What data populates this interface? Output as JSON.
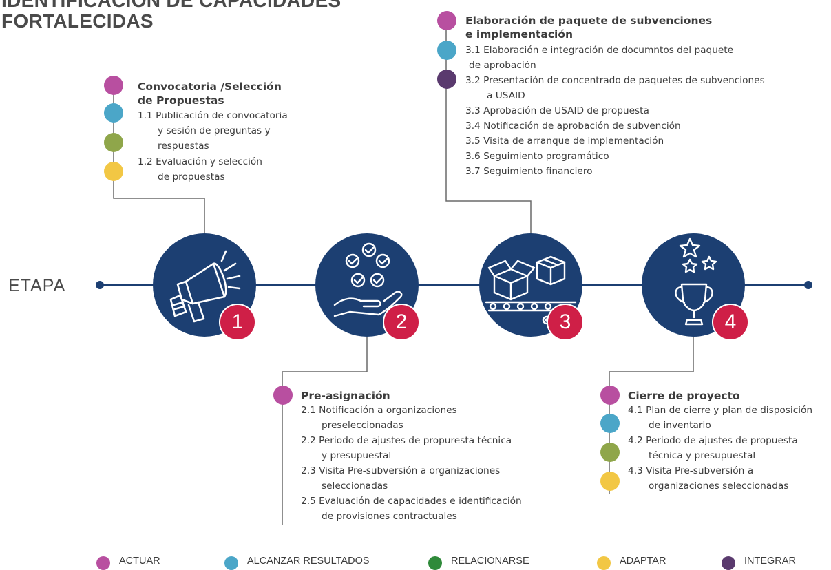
{
  "title": {
    "line1": "IDENTIFICACIÓN DE CAPACIDADES",
    "line2": "FORTALECIDAS"
  },
  "timeline_label": "ETAPA",
  "colors": {
    "actuar": "#b84fa0",
    "alcanzar_resultados": "#4ba6c8",
    "relacionarse": "#2f8a3a",
    "relacionarse_dot": "#8fa64a",
    "adaptar": "#f2c744",
    "integrar": "#5a3a6e",
    "circle": "#1c3f72",
    "badge": "#cf1f47",
    "line": "#1c3f72",
    "connector": "#6a6a6a"
  },
  "stages": [
    {
      "number": "1",
      "icon": "megaphone-icon",
      "heading": [
        "Convocatoria /Selección",
        "de Propuestas"
      ],
      "items": [
        "1.1 Publicación de convocatoria",
        "y sesión de preguntas y",
        "respuestas",
        "1.2 Evaluación y selección",
        "de propuestas"
      ]
    },
    {
      "number": "2",
      "icon": "hand-checkmarks-icon",
      "heading": [
        "Pre-asignación"
      ],
      "items": [
        "2.1 Notificación a organizaciones",
        "preseleccionadas",
        "2.2 Periodo de ajustes de propuresta técnica",
        "y presupuestal",
        "2.3 Visita Pre-subversión a organizaciones",
        "seleccionadas",
        "2.5 Evaluación de capacidades e identificación",
        "de provisiones contractuales"
      ]
    },
    {
      "number": "3",
      "icon": "conveyor-boxes-icon",
      "heading": [
        "Elaboración de paquete de subvenciones",
        "e implementación"
      ],
      "items": [
        "3.1 Elaboración e integración de documntos del paquete",
        "de aprobación",
        "3.2 Presentación de concentrado de paquetes de subvenciones",
        "a USAID",
        "3.3 Aprobación de USAID de propuesta",
        "3.4 Notificación de aprobación de subvención",
        "3.5 Visita de arranque de implementación",
        "3.6 Seguimiento programático",
        "3.7 Seguimiento financiero"
      ]
    },
    {
      "number": "4",
      "icon": "trophy-stars-icon",
      "heading": [
        "Cierre de proyecto"
      ],
      "items": [
        "4.1 Plan de cierre y plan de disposición",
        "de inventario",
        "4.2 Periodo de ajustes de propuesta",
        "técnica y presupuestal",
        "4.3 Visita Pre-subversión a",
        "organizaciones seleccionadas"
      ]
    }
  ],
  "legend": [
    {
      "label": "ACTUAR",
      "color": "#b84fa0"
    },
    {
      "label": "ALCANZAR RESULTADOS",
      "color": "#4ba6c8"
    },
    {
      "label": "RELACIONARSE",
      "color": "#2f8a3a"
    },
    {
      "label": "ADAPTAR",
      "color": "#f2c744"
    },
    {
      "label": "INTEGRAR",
      "color": "#5a3a6e"
    }
  ]
}
